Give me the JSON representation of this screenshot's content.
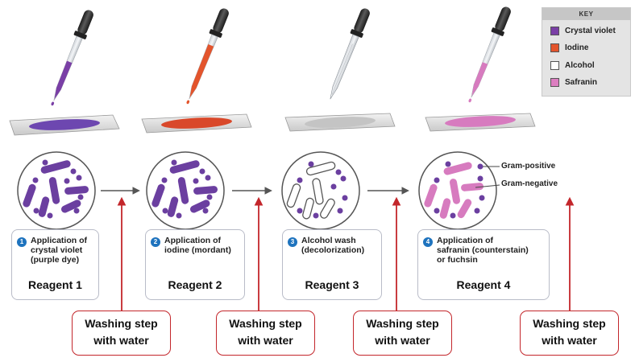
{
  "key": {
    "title": "KEY",
    "items": [
      {
        "label": "Crystal violet",
        "color": "#7a3fa6"
      },
      {
        "label": "Iodine",
        "color": "#e3542c"
      },
      {
        "label": "Alcohol",
        "color": "#ffffff"
      },
      {
        "label": "Safranin",
        "color": "#dc7ec0"
      }
    ]
  },
  "steps": [
    {
      "number": "1",
      "lines": [
        "Application of",
        "crystal violet",
        "(purple dye)"
      ],
      "reagent": "Reagent 1"
    },
    {
      "number": "2",
      "lines": [
        "Application of",
        "iodine (mordant)"
      ],
      "reagent": "Reagent 2"
    },
    {
      "number": "3",
      "lines": [
        "Alcohol wash",
        "(decolorization)"
      ],
      "reagent": "Reagent 3"
    },
    {
      "number": "4",
      "lines": [
        "Application of",
        "safranin (counterstain)",
        "or fuchsin"
      ],
      "reagent": "Reagent 4"
    }
  ],
  "washing": [
    {
      "lines": [
        "Washing step",
        "with water"
      ]
    },
    {
      "lines": [
        "Washing step",
        "with water"
      ]
    },
    {
      "lines": [
        "Washing step",
        "with water"
      ]
    },
    {
      "lines": [
        "Washing step",
        "with water"
      ]
    }
  ],
  "annotations": {
    "gram_positive": "Gram-positive",
    "gram_negative": "Gram-negative"
  },
  "colors": {
    "purple": "#6b3fa0",
    "red": "#d9482a",
    "safranin": "#d77bbf",
    "arrow_red": "#c3262b",
    "box_border": "#b9bcc8"
  }
}
